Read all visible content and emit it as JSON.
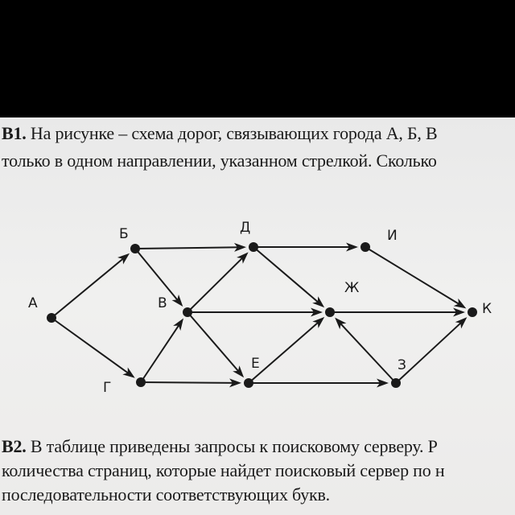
{
  "task_b1": {
    "number": "В1.",
    "line1": "На рисунке – схема дорог, связывающих города А, Б, В",
    "line2": "только в одном направлении, указанном стрелкой. Сколько"
  },
  "graph": {
    "nodes": [
      {
        "id": "А",
        "label": "А"
      },
      {
        "id": "Б",
        "label": "Б"
      },
      {
        "id": "В",
        "label": "В"
      },
      {
        "id": "Г",
        "label": "Г"
      },
      {
        "id": "Д",
        "label": "Д"
      },
      {
        "id": "Е",
        "label": "Е"
      },
      {
        "id": "Ж",
        "label": "Ж"
      },
      {
        "id": "З",
        "label": "З"
      },
      {
        "id": "И",
        "label": "И"
      },
      {
        "id": "К",
        "label": "К"
      }
    ],
    "edges": [
      {
        "from": "А",
        "to": "Б"
      },
      {
        "from": "А",
        "to": "Г"
      },
      {
        "from": "Б",
        "to": "Д"
      },
      {
        "from": "Б",
        "to": "В"
      },
      {
        "from": "Г",
        "to": "В"
      },
      {
        "from": "Г",
        "to": "Е"
      },
      {
        "from": "В",
        "to": "Д"
      },
      {
        "from": "В",
        "to": "Ж"
      },
      {
        "from": "В",
        "to": "Е"
      },
      {
        "from": "Д",
        "to": "И"
      },
      {
        "from": "Д",
        "to": "Ж"
      },
      {
        "from": "Е",
        "to": "Ж"
      },
      {
        "from": "Е",
        "to": "З"
      },
      {
        "from": "З",
        "to": "Ж"
      },
      {
        "from": "И",
        "to": "К"
      },
      {
        "from": "Ж",
        "to": "К"
      },
      {
        "from": "З",
        "to": "К"
      }
    ]
  },
  "task_b2": {
    "number": "В2.",
    "line1": "В таблице приведены запросы к поисковому серверу. Р",
    "line2": "количества страниц, которые найдет поисковый сервер по н",
    "line3": "последовательности соответствующих букв."
  }
}
